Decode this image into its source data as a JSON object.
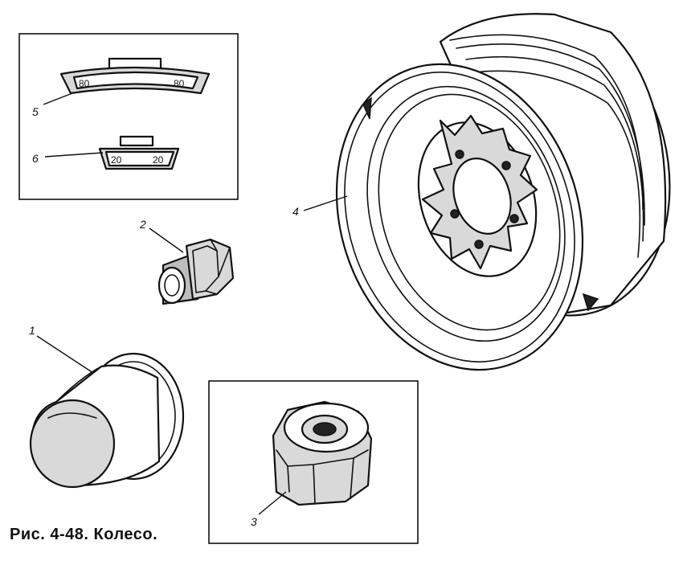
{
  "caption": "Рис. 4-48. Колесо.",
  "callouts": {
    "1": "1",
    "2": "2",
    "3": "3",
    "4": "4",
    "5": "5",
    "6": "6"
  },
  "weights": {
    "large_left": "80",
    "large_right": "80",
    "small_left": "20",
    "small_right": "20"
  }
}
